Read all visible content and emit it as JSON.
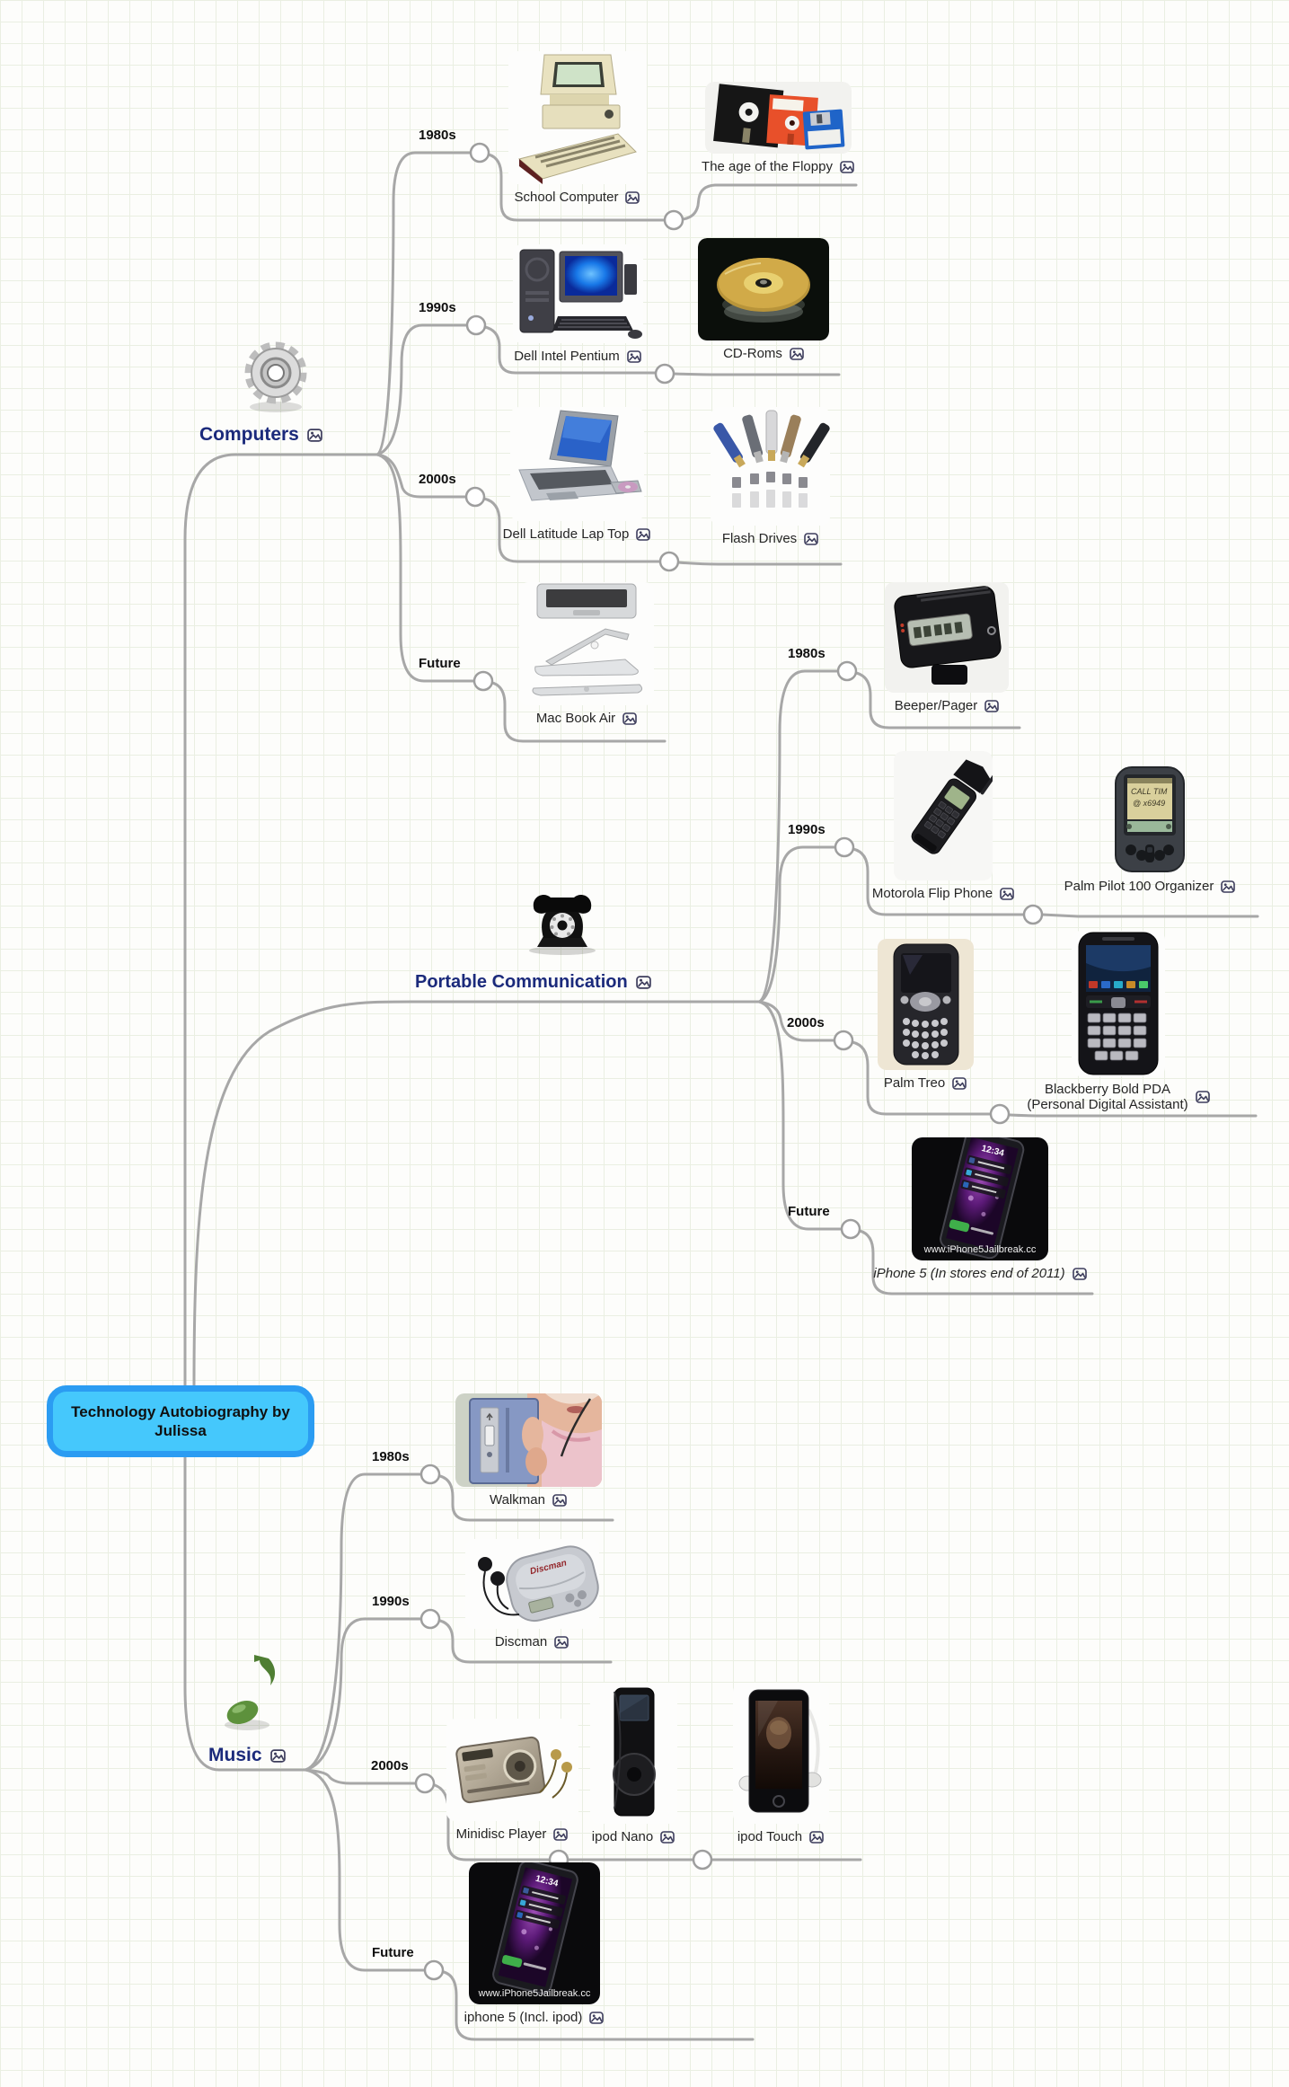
{
  "root": {
    "label": "Technology Autobiography by Julissa"
  },
  "colors": {
    "root_fill": "#45c8fc",
    "root_border": "#2b9cf2",
    "branch_label": "#1b2a7b",
    "connector_line": "#a7a7a7",
    "grid_line": "#eaefe2"
  },
  "branches": [
    {
      "label": "Computers",
      "icon": "gear-icon",
      "eras": [
        {
          "label": "1980s",
          "items": [
            {
              "label": "School Computer"
            },
            {
              "label": "The age of the Floppy"
            }
          ]
        },
        {
          "label": "1990s",
          "items": [
            {
              "label": "Dell Intel Pentium"
            },
            {
              "label": "CD-Roms"
            }
          ]
        },
        {
          "label": "2000s",
          "items": [
            {
              "label": "Dell Latitude Lap Top"
            },
            {
              "label": "Flash Drives"
            }
          ]
        },
        {
          "label": "Future",
          "items": [
            {
              "label": "Mac Book Air"
            }
          ]
        }
      ]
    },
    {
      "label": "Portable Communication",
      "icon": "telephone-icon",
      "eras": [
        {
          "label": "1980s",
          "items": [
            {
              "label": "Beeper/Pager"
            }
          ]
        },
        {
          "label": "1990s",
          "items": [
            {
              "label": "Motorola Flip Phone"
            },
            {
              "label": "Palm Pilot 100 Organizer"
            }
          ]
        },
        {
          "label": "2000s",
          "items": [
            {
              "label": "Palm Treo"
            },
            {
              "label": "Blackberry Bold PDA",
              "label2": "(Personal Digital Assistant)"
            }
          ]
        },
        {
          "label": "Future",
          "items": [
            {
              "label": "iPhone 5 (In stores end of 2011)"
            }
          ]
        }
      ]
    },
    {
      "label": "Music",
      "icon": "music-note-icon",
      "eras": [
        {
          "label": "1980s",
          "items": [
            {
              "label": "Walkman"
            }
          ]
        },
        {
          "label": "1990s",
          "items": [
            {
              "label": "Discman"
            }
          ]
        },
        {
          "label": "2000s",
          "items": [
            {
              "label": "Minidisc Player"
            },
            {
              "label": "ipod Nano"
            },
            {
              "label": "ipod Touch"
            }
          ]
        },
        {
          "label": "Future",
          "items": [
            {
              "label": "iphone 5 (Incl. ipod)"
            }
          ]
        }
      ]
    }
  ],
  "image_texts": {
    "iphone_time": "12:34",
    "iphone_caption": "www.iPhone5Jailbreak.cc",
    "palm_note_1": "CALL TIM",
    "palm_note_2": "@ x6949",
    "discman_logo": "Discman"
  }
}
